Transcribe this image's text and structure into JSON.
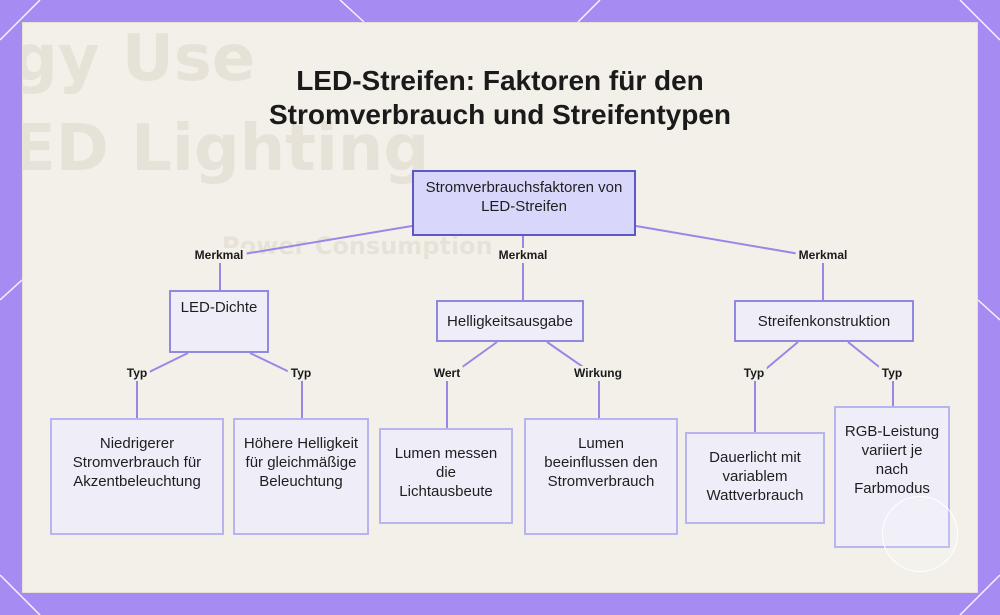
{
  "title": {
    "line1": "LED-Streifen: Faktoren für den",
    "line2": "Stromverbrauch und Streifentypen"
  },
  "background_text": {
    "line1": "gy Use",
    "line2": "ED Lighting",
    "line3": "Power Consumption"
  },
  "nodes": {
    "root": "Stromverbrauchsfaktoren von LED-Streifen",
    "density": "LED-Dichte",
    "brightness": "Helligkeitsausgabe",
    "construction": "Streifenkonstruktion",
    "low_consumption": "Niedrigerer Stromverbrauch für Akzentbeleuchtung",
    "higher_brightness": "Höhere Helligkeit für gleichmäßige Beleuchtung",
    "lumen_measure": "Lumen messen die Lichtausbeute",
    "lumen_influence": "Lumen beeinflussen den Stromverbrauch",
    "continuous_light": "Dauerlicht mit variablem Wattverbrauch",
    "rgb": "RGB-Leistung variiert je nach Farbmodus"
  },
  "edges": {
    "merkmal_left": "Merkmal",
    "merkmal_center": "Merkmal",
    "merkmal_right": "Merkmal",
    "typ_1": "Typ",
    "typ_2": "Typ",
    "wert": "Wert",
    "wirkung": "Wirkung",
    "typ_3": "Typ",
    "typ_4": "Typ"
  },
  "colors": {
    "frame": "#a58bf2",
    "panel": "#f3f0ea",
    "root_fill": "#d8d7fb",
    "root_border": "#5d58c6",
    "node_fill": "#efeef8",
    "node_border": "#b8b4ee",
    "connector": "#9b86e6"
  }
}
